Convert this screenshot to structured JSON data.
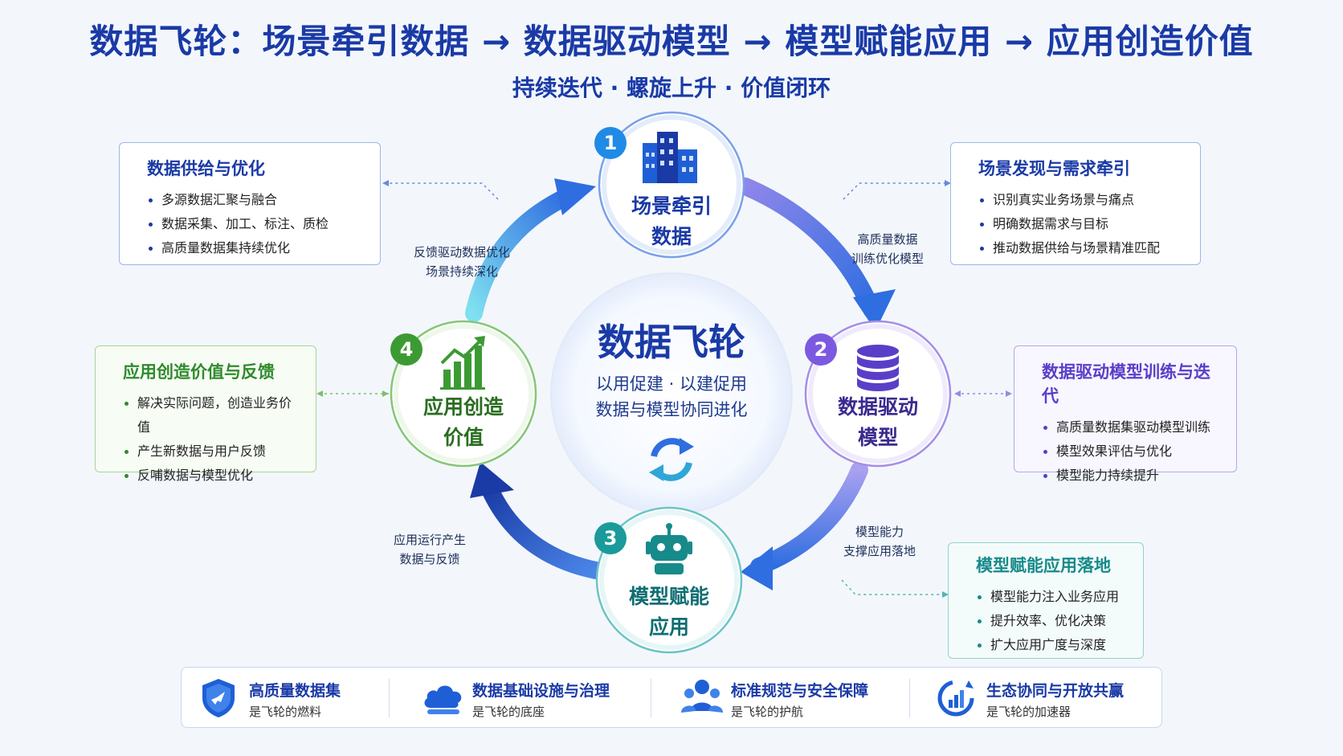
{
  "title": "数据飞轮：场景牵引数据 → 数据驱动模型 → 模型赋能应用 → 应用创造价值",
  "subtitle": "持续迭代 · 螺旋上升 · 价值闭环",
  "center": {
    "title": "数据飞轮",
    "line1": "以用促建 · 以建促用",
    "line2": "数据与模型协同进化"
  },
  "nodes": [
    {
      "num": "1",
      "line1": "场景牵引",
      "line2": "数据",
      "icon": "building-icon",
      "color": "#1f5fd6"
    },
    {
      "num": "2",
      "line1": "数据驱动",
      "line2": "模型",
      "icon": "database-icon",
      "color": "#6a46d8"
    },
    {
      "num": "3",
      "line1": "模型赋能",
      "line2": "应用",
      "icon": "robot-icon",
      "color": "#1a8f9a"
    },
    {
      "num": "4",
      "line1": "应用创造",
      "line2": "价值",
      "icon": "growth-chart-icon",
      "color": "#3c9a33"
    }
  ],
  "flow_labels": {
    "1_to_2": [
      "高质量数据",
      "训练优化模型"
    ],
    "2_to_3": [
      "模型能力",
      "支撑应用落地"
    ],
    "3_to_4": [
      "应用运行产生",
      "数据与反馈"
    ],
    "4_to_1": [
      "反馈驱动数据优化",
      "场景持续深化"
    ]
  },
  "cards": {
    "top_left": {
      "title": "数据供给与优化",
      "items": [
        "多源数据汇聚与融合",
        "数据采集、加工、标注、质检",
        "高质量数据集持续优化"
      ]
    },
    "top_right": {
      "title": "场景发现与需求牵引",
      "items": [
        "识别真实业务场景与痛点",
        "明确数据需求与目标",
        "推动数据供给与场景精准匹配"
      ]
    },
    "mid_left": {
      "title": "应用创造价值与反馈",
      "items": [
        "解决实际问题，创造业务价值",
        "产生新数据与用户反馈",
        "反哺数据与模型优化"
      ]
    },
    "mid_right": {
      "title": "数据驱动模型训练与迭代",
      "items": [
        "高质量数据集驱动模型训练",
        "模型效果评估与优化",
        "模型能力持续提升"
      ]
    },
    "bottom_right": {
      "title": "模型赋能应用落地",
      "items": [
        "模型能力注入业务应用",
        "提升效率、优化决策",
        "扩大应用广度与深度"
      ]
    }
  },
  "bottom_bar": [
    {
      "title": "高质量数据集",
      "sub": "是飞轮的燃料",
      "icon": "shield-icon"
    },
    {
      "title": "数据基础设施与治理",
      "sub": "是飞轮的底座",
      "icon": "cloud-icon"
    },
    {
      "title": "标准规范与安全保障",
      "sub": "是飞轮的护航",
      "icon": "people-icon"
    },
    {
      "title": "生态协同与开放共赢",
      "sub": "是飞轮的加速器",
      "icon": "accelerator-icon"
    }
  ]
}
